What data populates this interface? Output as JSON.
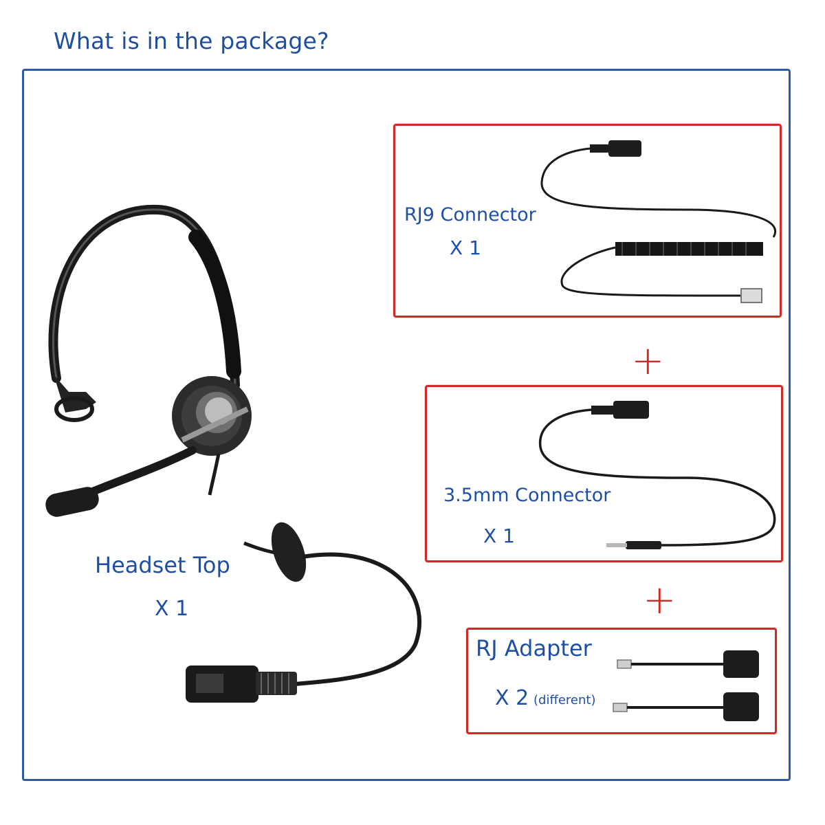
{
  "title": "What is in the package?",
  "items": {
    "rj9": {
      "name": "RJ9 Connector",
      "qty": "X 1"
    },
    "mm35": {
      "name": "3.5mm Connector",
      "qty": "X 1"
    },
    "rj_adapter": {
      "name": "RJ Adapter",
      "qty": "X 2",
      "note": "(different)"
    },
    "headset": {
      "name": "Headset Top",
      "qty": "X 1"
    }
  },
  "plus_sign": "+",
  "colors": {
    "title": "#1f4e9c",
    "label": "#1e4fa6",
    "frame": "#2a5aa8",
    "box": "#cf2a2a"
  },
  "icons": [
    "headset-icon",
    "rj9-cable-icon",
    "35mm-cable-icon",
    "rj-adapter-icon"
  ]
}
